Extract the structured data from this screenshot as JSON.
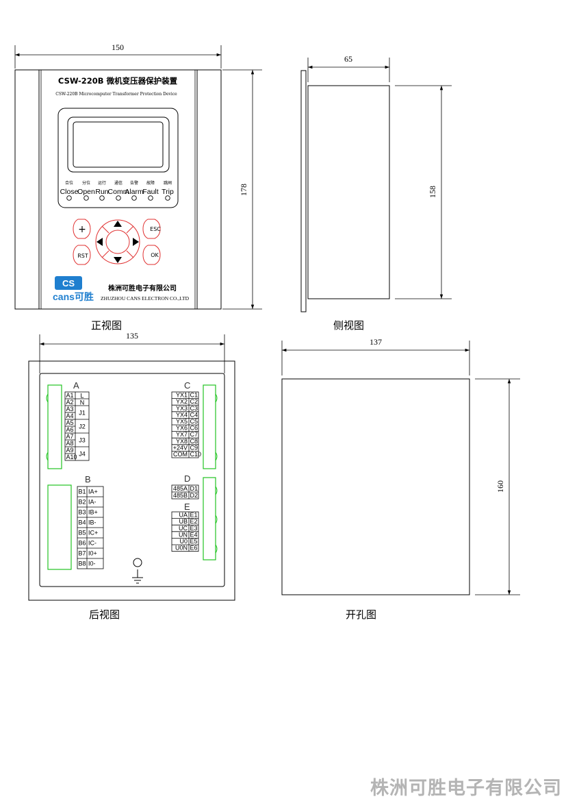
{
  "colors": {
    "line": "#000000",
    "accent": "#e03030",
    "connector": "#22c322",
    "logo_blue": "#1f7fcf",
    "footer_gray": "#b4b4b4"
  },
  "front_view": {
    "caption": "正视图",
    "width_dim": "150",
    "height_dim": "178",
    "title": "CSW-220B 微机变压器保护装置",
    "subtitle": "CSW-220B Microcomputer Transformer Protection Device",
    "leds": [
      {
        "cn": "合位",
        "en": "Close"
      },
      {
        "cn": "分位",
        "en": "Open"
      },
      {
        "cn": "运行",
        "en": "Run"
      },
      {
        "cn": "通信",
        "en": "Comm"
      },
      {
        "cn": "告警",
        "en": "Alarm"
      },
      {
        "cn": "故障",
        "en": "Fault"
      },
      {
        "cn": "跳闸",
        "en": "Trip"
      }
    ],
    "keys": {
      "plus": "+",
      "esc": "ESC",
      "rst": "RST",
      "ok": "OK"
    },
    "logo_text": "cans可胜",
    "company_cn": "株洲可胜电子有限公司",
    "company_en": "ZHUZHOU CANS ELECTRON CO.,LTD",
    "icons": [
      "arrow-up-icon",
      "arrow-down-icon",
      "arrow-left-icon",
      "arrow-right-icon",
      "cs-logo-icon"
    ]
  },
  "side_view": {
    "caption": "侧视图",
    "depth_dim": "65",
    "height_dim": "158"
  },
  "rear_view": {
    "caption": "后视图",
    "width_dim": "135",
    "group_a": {
      "label": "A",
      "pins": [
        "A1",
        "A2",
        "A3",
        "A4",
        "A5",
        "A6",
        "A7",
        "A8",
        "A9",
        "A10"
      ],
      "functions": [
        "L",
        "N",
        "J1",
        "J2",
        "J3",
        "J4"
      ]
    },
    "group_b": {
      "label": "B",
      "pins": [
        "B1",
        "B2",
        "B3",
        "B4",
        "B5",
        "B6",
        "B7",
        "B8"
      ],
      "functions": [
        "IA+",
        "IA-",
        "IB+",
        "IB-",
        "IC+",
        "IC-",
        "I0+",
        "I0-"
      ]
    },
    "group_c": {
      "label": "C",
      "functions": [
        "YX1",
        "YX2",
        "YX3",
        "YX4",
        "YX5",
        "YX6",
        "YX7",
        "YX8",
        "+24V",
        "COM"
      ],
      "pins": [
        "C1",
        "C2",
        "C3",
        "C4",
        "C5",
        "C6",
        "C7",
        "C8",
        "C9",
        "C10"
      ]
    },
    "group_d": {
      "label": "D",
      "functions": [
        "485A",
        "485B"
      ],
      "pins": [
        "D1",
        "D2"
      ]
    },
    "group_e": {
      "label": "E",
      "functions": [
        "UA",
        "UB",
        "UC",
        "UN",
        "U0",
        "U0N"
      ],
      "pins": [
        "E1",
        "E2",
        "E3",
        "E4",
        "E5",
        "E6"
      ]
    },
    "ground_icon": "ground-icon"
  },
  "cutout_view": {
    "caption": "开孔图",
    "width_dim": "137",
    "height_dim": "160"
  },
  "footer": "株洲可胜电子有限公司"
}
